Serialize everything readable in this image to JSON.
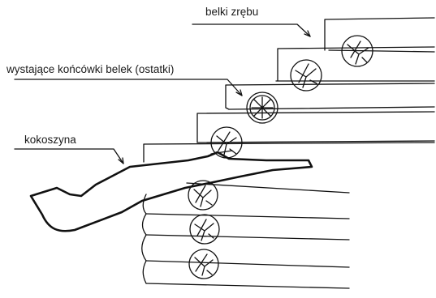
{
  "labels": {
    "beams": "belki zrębu",
    "beam_ends": "wystające końcówki belek (ostatki)",
    "kokoszyna": "kokoszyna"
  }
}
